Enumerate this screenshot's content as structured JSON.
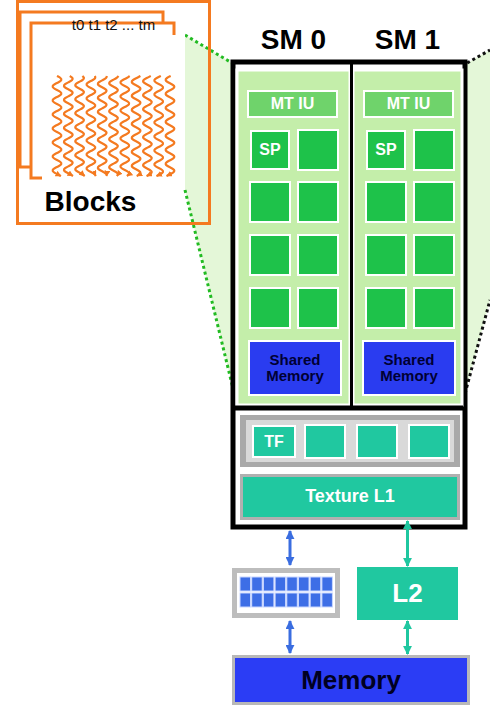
{
  "diagram": {
    "nodes": [
      {
        "text": [
          "t0 t1 t2 ... tm",
          "Blocks"
        ]
      },
      {
        "text": [
          "SM 0"
        ]
      },
      {
        "text": [
          "MT IU"
        ],
        "in": 1
      },
      {
        "text": [
          "SP"
        ],
        "in": 1
      },
      {
        "text": [
          "Shared Memory"
        ],
        "in": 1
      },
      {
        "text": [
          "SM 1"
        ]
      },
      {
        "text": [
          "MT IU"
        ],
        "in": 5
      },
      {
        "text": [
          "SP"
        ],
        "in": 5
      },
      {
        "text": [
          "Shared Memory"
        ],
        "in": 5
      },
      {
        "text": [
          "TF"
        ]
      },
      {
        "text": [
          "Texture L1"
        ]
      },
      {
        "text": [
          "L2"
        ]
      },
      {
        "text": [
          "Memory"
        ]
      }
    ],
    "edges": [
      {
        "from": 10,
        "to": 11,
        "arrow": "both"
      },
      {
        "from": 11,
        "to": 12,
        "arrow": "both"
      }
    ]
  }
}
